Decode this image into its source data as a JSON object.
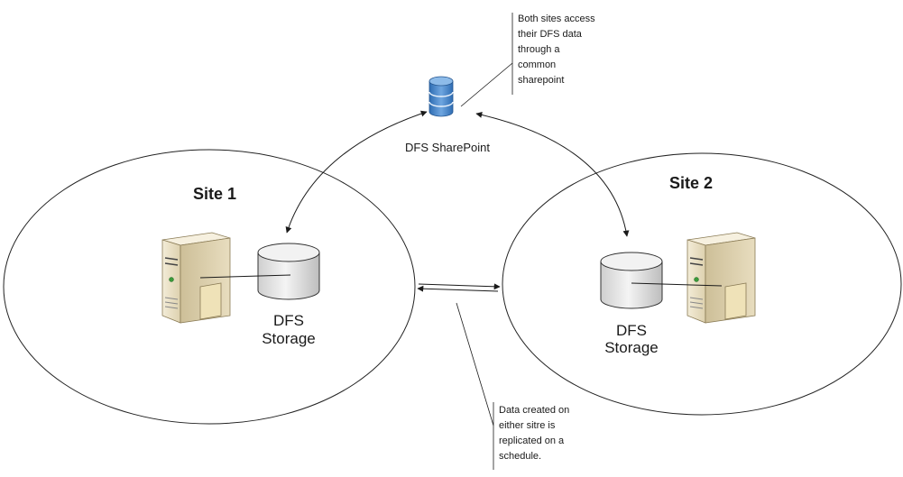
{
  "sharepoint": {
    "label": "DFS SharePoint",
    "icon": "database-icon"
  },
  "sites": [
    {
      "title": "Site 1",
      "storage_line1": "DFS",
      "storage_line2": "Storage",
      "server_icon": "server-icon",
      "storage_icon": "storage-cylinder-icon"
    },
    {
      "title": "Site 2",
      "storage_line1": "DFS",
      "storage_line2": "Storage",
      "server_icon": "server-icon",
      "storage_icon": "storage-cylinder-icon"
    }
  ],
  "notes": {
    "top": [
      "Both sites access",
      "their DFS data",
      "through a",
      "common",
      "sharepoint"
    ],
    "bottom": [
      "Data created on",
      "either sitre is",
      "replicated on a",
      "schedule."
    ]
  },
  "colors": {
    "line": "#1a1a1a",
    "db_blue": "#3d7cc4",
    "server_body": "#e9dfc4",
    "storage_fill": "#e3e3e3"
  }
}
